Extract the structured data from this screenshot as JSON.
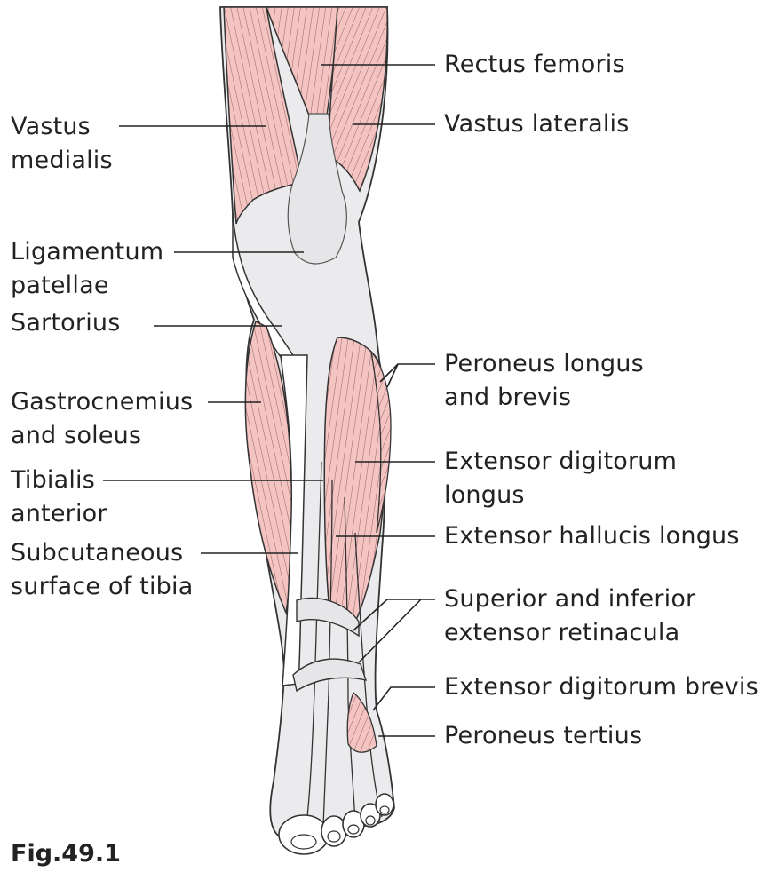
{
  "figure": {
    "caption": "Fig.49.1"
  },
  "colors": {
    "muscle": "#f3c4c1",
    "muscle_stroke": "#3a2a2a",
    "tendon": "#e6e6e8",
    "bone": "#ffffff",
    "leader": "#222222"
  },
  "labels": {
    "rectus_femoris": [
      "Rectus femoris"
    ],
    "vastus_lateralis": [
      "Vastus lateralis"
    ],
    "vastus_medialis": [
      "Vastus",
      "medialis"
    ],
    "ligamentum_patellae": [
      "Ligamentum",
      "patellae"
    ],
    "sartorius": [
      "Sartorius"
    ],
    "peroneus_longus_brevis": [
      "Peroneus longus",
      "and brevis"
    ],
    "gastrocnemius_soleus": [
      "Gastrocnemius",
      "and soleus"
    ],
    "extensor_digitorum_longus": [
      "Extensor digitorum",
      "longus"
    ],
    "tibialis_anterior": [
      "Tibialis",
      "anterior"
    ],
    "extensor_hallucis_longus": [
      "Extensor hallucis longus"
    ],
    "subcutaneous_tibia": [
      "Subcutaneous",
      "surface of tibia"
    ],
    "extensor_retinacula": [
      "Superior and inferior",
      "extensor retinacula"
    ],
    "extensor_digitorum_brevis": [
      "Extensor digitorum brevis"
    ],
    "peroneus_tertius": [
      "Peroneus tertius"
    ]
  }
}
